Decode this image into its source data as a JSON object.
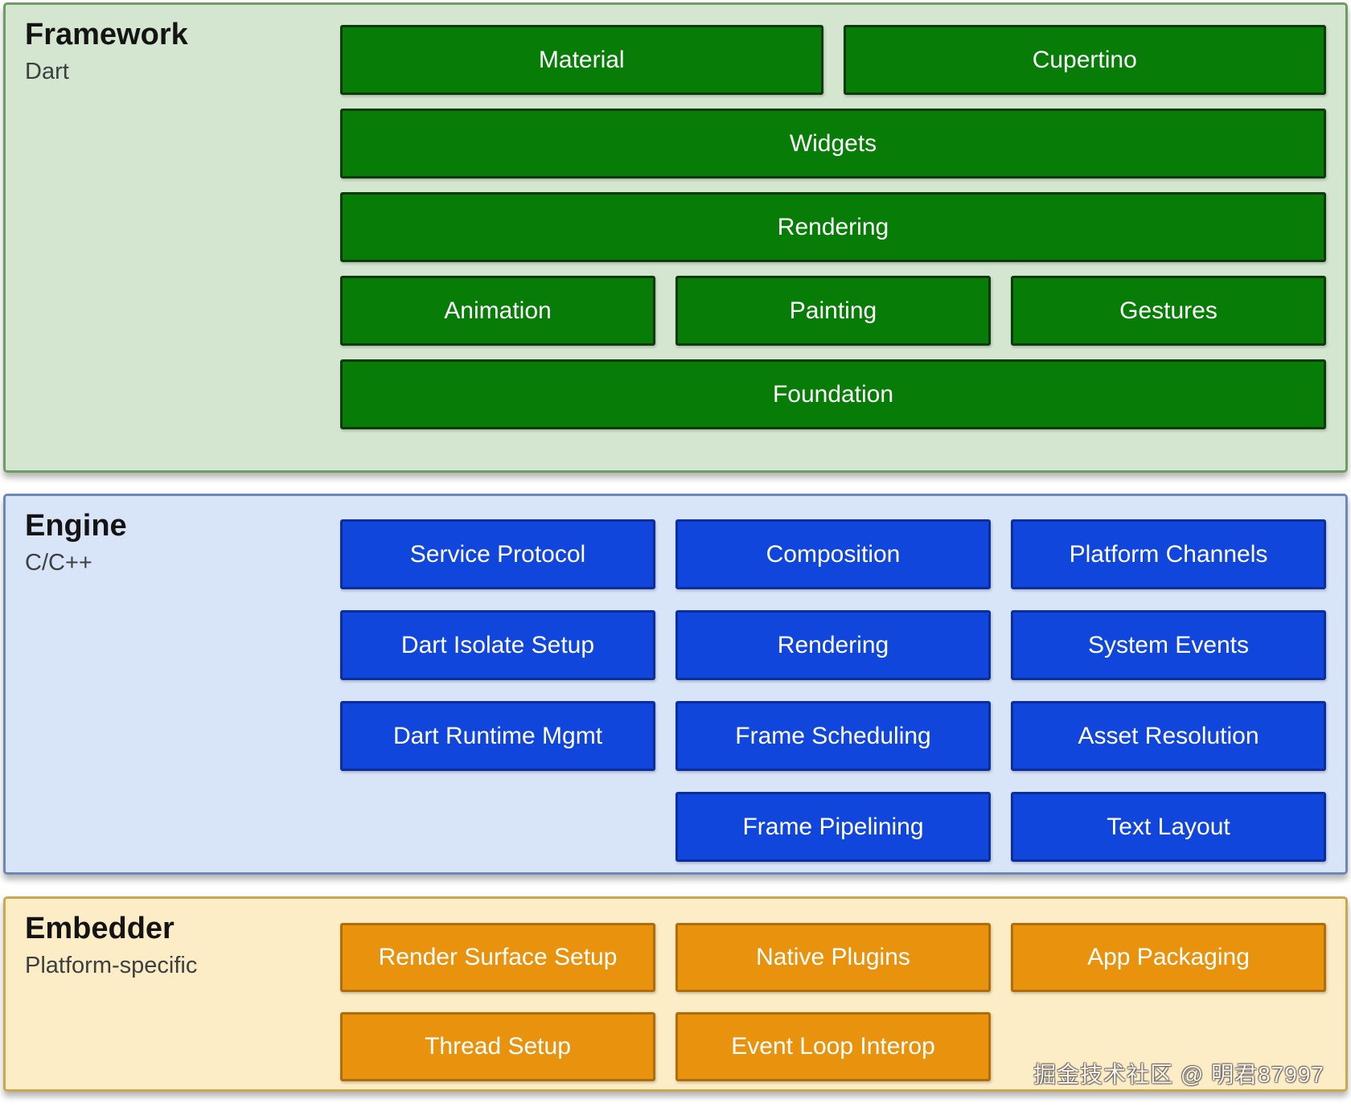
{
  "watermark": {
    "text": "掘金技术社区 @ 明君87997"
  },
  "sections": [
    {
      "id": "framework",
      "title": "Framework",
      "subtitle": "Dart",
      "colors": {
        "bg": "#d4e6cf",
        "border": "#719a64",
        "box_bg": "#077d07",
        "box_border": "#0d3a0b"
      },
      "rows": [
        [
          {
            "label": "Material",
            "span": 3
          },
          {
            "label": "Cupertino",
            "span": 3
          }
        ],
        [
          {
            "label": "Widgets",
            "span": 6
          }
        ],
        [
          {
            "label": "Rendering",
            "span": 6
          }
        ],
        [
          {
            "label": "Animation",
            "span": 2
          },
          {
            "label": "Painting",
            "span": 2
          },
          {
            "label": "Gestures",
            "span": 2
          }
        ],
        [
          {
            "label": "Foundation",
            "span": 6
          }
        ]
      ]
    },
    {
      "id": "engine",
      "title": "Engine",
      "subtitle": "C/C++",
      "colors": {
        "bg": "#d8e4f8",
        "border": "#6e87bb",
        "box_bg": "#1146dd",
        "box_border": "#0b2da0"
      },
      "rows": [
        [
          {
            "label": "Service Protocol",
            "span": 2
          },
          {
            "label": "Composition",
            "span": 2
          },
          {
            "label": "Platform Channels",
            "span": 2
          }
        ],
        [
          {
            "label": "Dart Isolate Setup",
            "span": 2
          },
          {
            "label": "Rendering",
            "span": 2
          },
          {
            "label": "System Events",
            "span": 2
          }
        ],
        [
          {
            "label": "Dart Runtime Mgmt",
            "span": 2
          },
          {
            "label": "Frame Scheduling",
            "span": 2
          },
          {
            "label": "Asset Resolution",
            "span": 2
          }
        ],
        [
          {
            "label": "",
            "span": 2,
            "empty": true
          },
          {
            "label": "Frame Pipelining",
            "span": 2
          },
          {
            "label": "Text Layout",
            "span": 2
          }
        ]
      ]
    },
    {
      "id": "embedder",
      "title": "Embedder",
      "subtitle": "Platform-specific",
      "colors": {
        "bg": "#fdedc6",
        "border": "#c9a84f",
        "box_bg": "#e8920e",
        "box_border": "#b16d08"
      },
      "rows": [
        [
          {
            "label": "Render Surface Setup",
            "span": 2
          },
          {
            "label": "Native Plugins",
            "span": 2
          },
          {
            "label": "App Packaging",
            "span": 2
          }
        ],
        [
          {
            "label": "Thread Setup",
            "span": 2
          },
          {
            "label": "Event Loop Interop",
            "span": 2
          }
        ]
      ]
    }
  ]
}
